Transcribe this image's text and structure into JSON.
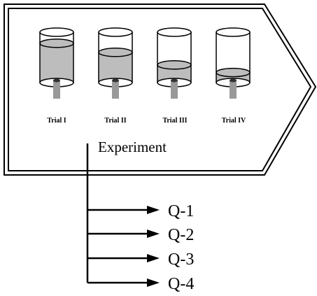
{
  "diagram": {
    "experiment_label": "Experiment",
    "trials": [
      {
        "label": "Trial I",
        "fill_level": 0.78
      },
      {
        "label": "Trial II",
        "fill_level": 0.6
      },
      {
        "label": "Trial III",
        "fill_level": 0.35
      },
      {
        "label": "Trial IV",
        "fill_level": 0.2
      }
    ],
    "outputs": [
      "Q-1",
      "Q-2",
      "Q-3",
      "Q-4"
    ],
    "colors": {
      "stroke": "#000000",
      "liquid": "#bdbdbd",
      "spout": "#999999",
      "background": "#ffffff"
    }
  }
}
